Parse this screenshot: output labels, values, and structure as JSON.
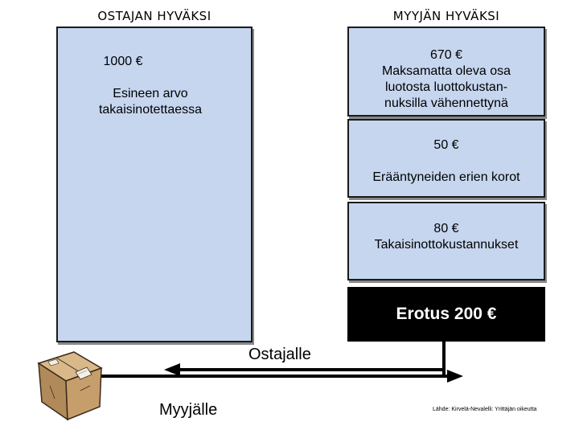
{
  "headings": {
    "buyer": "OSTAJAN HYVÄKSI",
    "seller": "MYYJÄN HYVÄKSI"
  },
  "buyer_box": {
    "amount": "1000 €",
    "description_line1": "Esineen arvo",
    "description_line2": "takaisinotettaessa"
  },
  "seller_boxes": [
    {
      "lines": [
        "670 €",
        "Maksamatta oleva osa",
        "luotosta luottokustan-",
        "nuksilla vähennettynä"
      ]
    },
    {
      "lines": [
        "50 €",
        "Erääntyneiden erien korot"
      ]
    },
    {
      "lines": [
        "80 €",
        "Takaisinottokustannukset"
      ]
    }
  ],
  "difference": {
    "label": "Erotus 200 €"
  },
  "arrow_labels": {
    "to_buyer": "Ostajalle",
    "to_seller": "Myyjälle"
  },
  "source_note": "Lähde: Kirvelä-Nevalelli: Yrittäjän oikeutta",
  "colors": {
    "box_fill": "#c6d6ef",
    "difference_fill": "#000000",
    "difference_text": "#ffffff"
  },
  "icons": {
    "package": "package-box-icon"
  }
}
